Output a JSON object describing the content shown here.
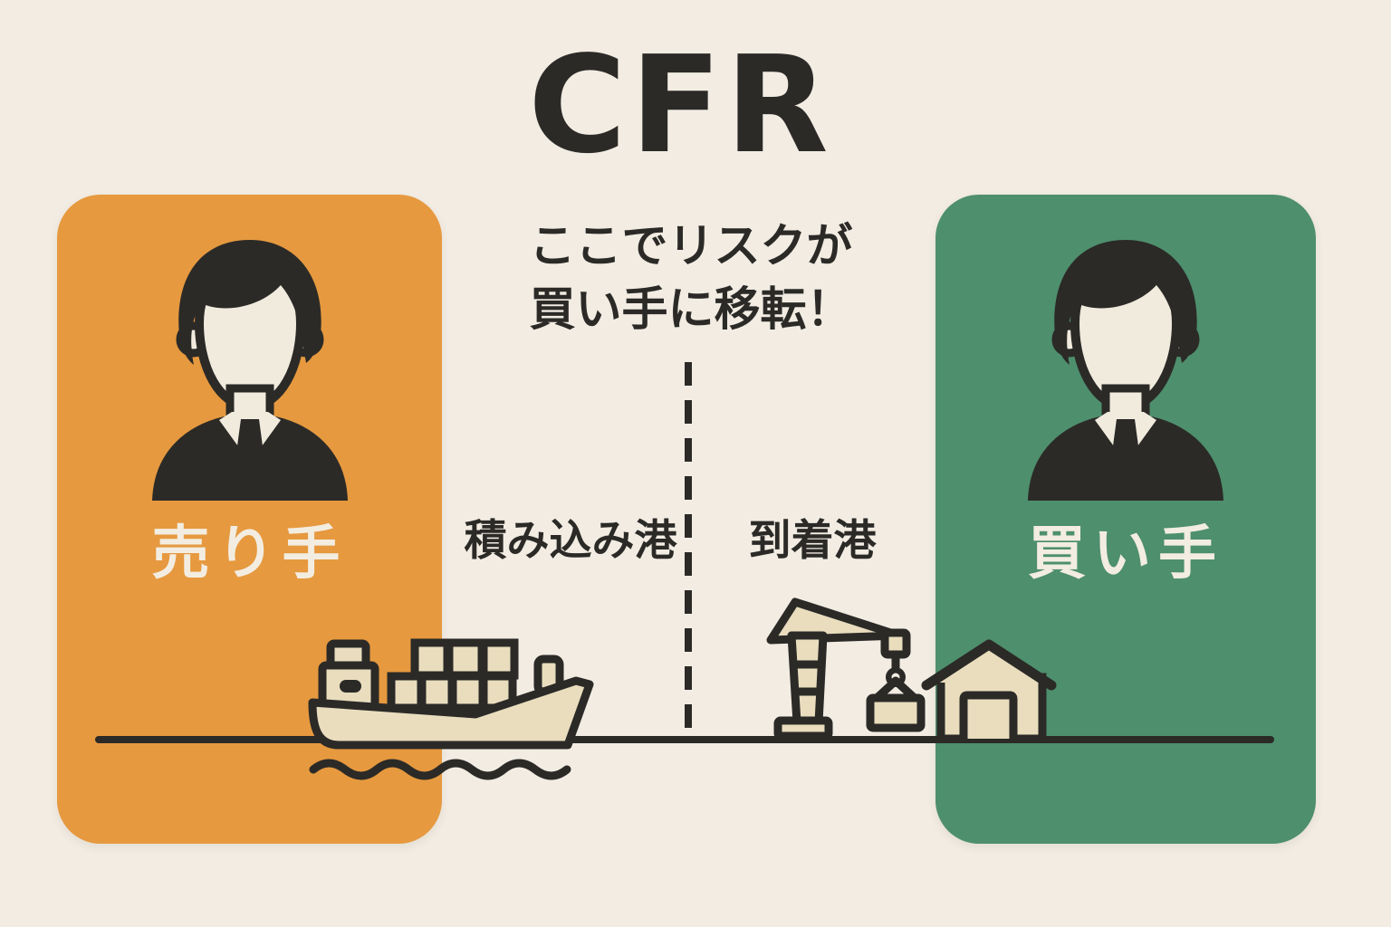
{
  "title": "CFR",
  "risk_note": {
    "line1": "ここでリスクが",
    "line2": "買い手に移転！"
  },
  "seller": {
    "label": "売り手"
  },
  "buyer": {
    "label": "買い手"
  },
  "ports": {
    "loading": "積み込み港",
    "arrival": "到着港"
  },
  "icons": {
    "seller_avatar": "businessman-avatar",
    "buyer_avatar": "businessman-avatar",
    "ship": "container-cargo-ship",
    "crane": "port-crane-with-hook",
    "warehouse": "warehouse-building",
    "divider": "dashed-risk-transfer-line",
    "ground": "baseline-ground-line",
    "waves": "water-waves"
  },
  "colors": {
    "background": "#F2ECE3",
    "ink": "#2B2A27",
    "seller_card": "#E6993F",
    "buyer_card": "#4E8F6D",
    "cream_fill": "#E9DDBE",
    "label_text": "#F3EDE1",
    "face_fill": "#F1EBDE"
  }
}
